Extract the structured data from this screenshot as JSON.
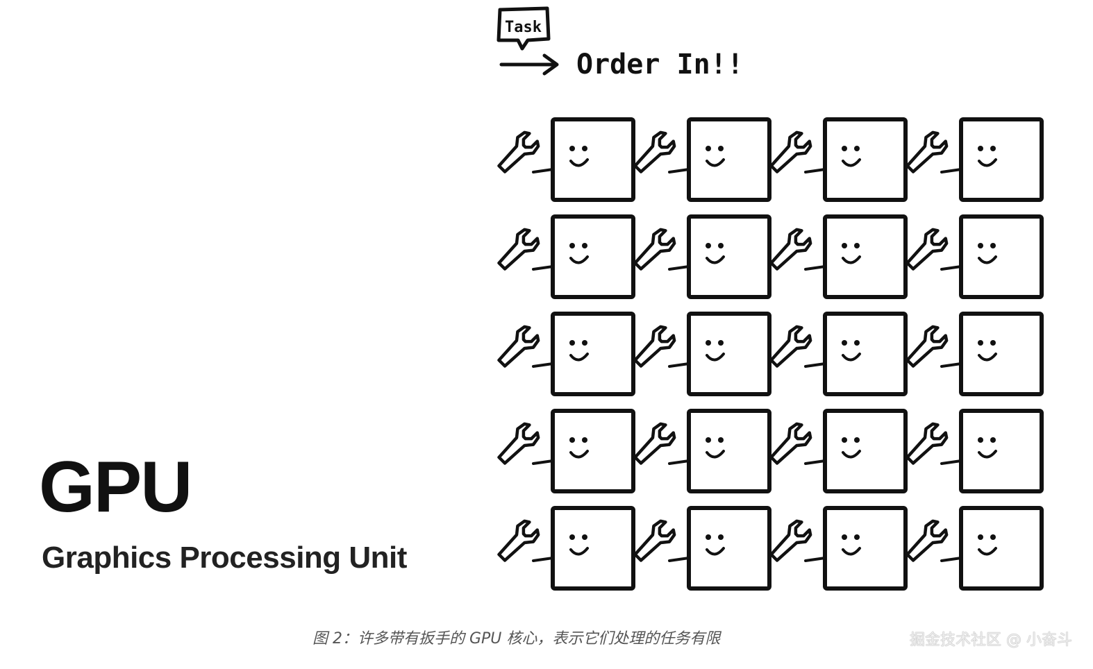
{
  "heading": {
    "title": "GPU",
    "subtitle": "Graphics Processing Unit"
  },
  "diagram": {
    "task_label": "Task",
    "order_text": "Order In!!",
    "grid_rows": 5,
    "grid_cols": 4
  },
  "caption": "图 2：许多带有扳手的 GPU 核心，表示它们处理的任务有限",
  "watermark": "掘金技术社区 @ 小奋斗"
}
